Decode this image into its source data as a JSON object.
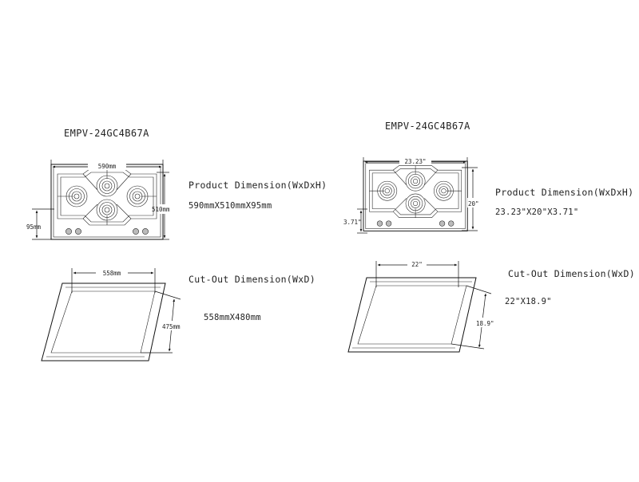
{
  "left": {
    "model": "EMPV-24GC4B67A",
    "product_heading": "Product Dimension(WxDxH)",
    "product_value": "590mmX510mmX95mm",
    "cutout_heading": "Cut-Out Dimension(WxD)",
    "cutout_value": "558mmX480mm",
    "dim_width": "590mm",
    "dim_depth": "510mm",
    "dim_height": "95mm",
    "dim_cut_width": "558mm",
    "dim_cut_depth": "475mm"
  },
  "right": {
    "model": "EMPV-24GC4B67A",
    "product_heading": "Product Dimension(WxDxH)",
    "product_value": "23.23\"X20\"X3.71\"",
    "cutout_heading": "Cut-Out Dimension(WxD)",
    "cutout_value": "22\"X18.9\"",
    "dim_width": "23.23\"",
    "dim_depth": "20\"",
    "dim_height": "3.71\"",
    "dim_cut_width": "22\"",
    "dim_cut_depth": "18.9\""
  }
}
